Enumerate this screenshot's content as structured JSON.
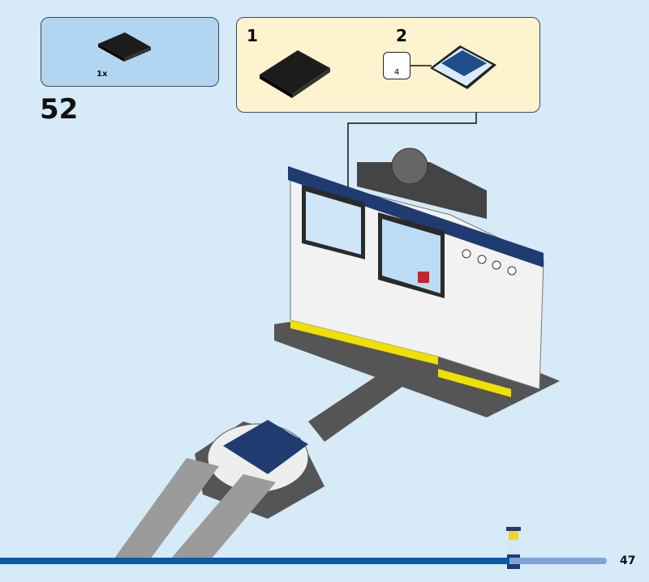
{
  "parts_list": {
    "quantity": "1x",
    "part": "black-tile-4x4"
  },
  "step": {
    "number": "52"
  },
  "substeps": [
    {
      "number": "1",
      "part": "black-tile-4x4"
    },
    {
      "number": "2",
      "sticker_sheet": "4",
      "part": "sticker-tile-screen"
    }
  ],
  "footer": {
    "page_number": "47",
    "progress_fraction": 0.84
  },
  "colors": {
    "background": "#d6eaf8",
    "parts_box": "#b2d6f1",
    "substep_box": "#fdf3cf",
    "progress_done": "#0b5aa5",
    "progress_rest": "#7fa3d8"
  }
}
